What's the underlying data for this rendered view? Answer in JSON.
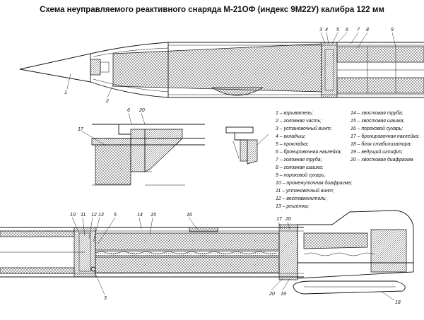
{
  "title": "Схема неуправляемого реактивного снаряда М-21ОФ (индекс 9М22У) калибра 122 мм",
  "legend_left": [
    "1 – взрыватель;",
    "2 – головная часть;",
    "3 – установочный винт;",
    "4 – вкладыш;",
    "5 – прокладка;",
    "6 – бронировочная наклейка;",
    "7 – головная труба;",
    "8 – головная шашка;",
    "9 – пороховой сухарь;",
    "10 – промежуточная диафрагма;",
    "11 – установочный винт;",
    "12 – воспламенитель;",
    "13 – решетка;"
  ],
  "legend_right": [
    "14 – хвостовая труба;",
    "15 – хвостовая шашка;",
    "16 – пороховой сухарь;",
    "17 – бронировочная наклейка;",
    "18 – блок стабилизатора;",
    "19 – ведущий штифт;",
    "20 – хвостовая диафрагма"
  ],
  "callouts": {
    "n1": "1",
    "n2": "2",
    "n3a": "3",
    "n4": "4",
    "n5a": "5",
    "n6a": "6",
    "n7": "7",
    "n8": "8",
    "n9": "9",
    "d6": "6",
    "d20": "20",
    "d17": "17",
    "b10": "10",
    "b11": "11",
    "b12": "12",
    "b13": "13",
    "b5": "5",
    "b14": "14",
    "b15": "15",
    "b16": "16",
    "b17": "17",
    "b20": "20",
    "b20b": "20",
    "b19": "19",
    "b3": "3",
    "b18": "18"
  }
}
